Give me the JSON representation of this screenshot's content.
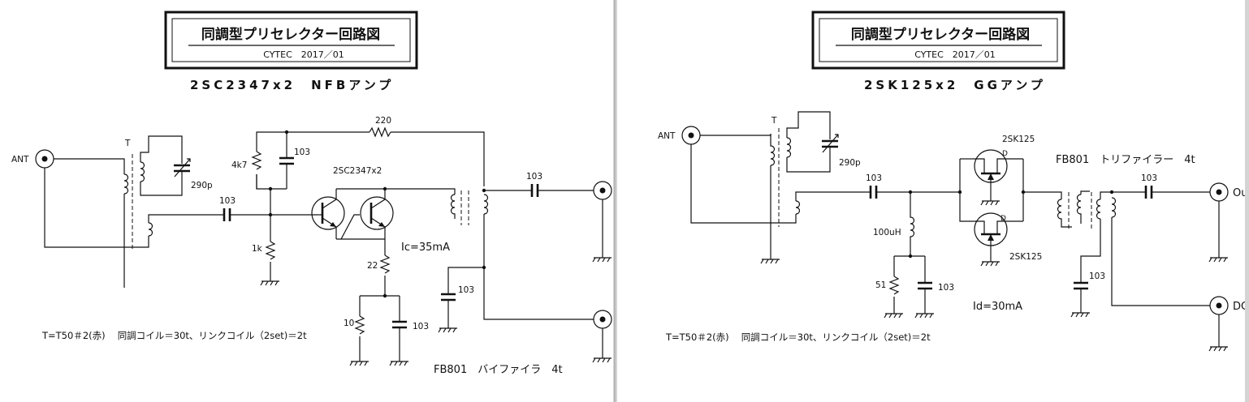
{
  "panels": [
    {
      "title": "同調型プリセレクター回路図",
      "credit": "CYTEC　2017／01",
      "heading": "2SC2347x2　NFBアンプ",
      "labels": {
        "ant": "ANT",
        "t": "T",
        "cap_290p": "290p",
        "cap_in": "103",
        "r_4k7": "4k7",
        "cap_fb": "103",
        "r_220": "220",
        "transistor": "2SC2347x2",
        "r_1k": "1k",
        "r_22": "22",
        "ic": "Ic=35mA",
        "cap_out": "103",
        "cap_dc": "103",
        "r_10": "10",
        "cap_emitter": "103",
        "t_spec": "T=T50＃2(赤)　 同調コイル＝30t、リンクコイル（2set)＝2t",
        "fb801": "FB801　バイファイラ　4t"
      }
    },
    {
      "title": "同調型プリセレクター回路図",
      "credit": "CYTEC　2017／01",
      "heading": "2SK125x2　GGアンプ",
      "labels": {
        "ant": "ANT",
        "t": "T",
        "cap_290p": "290p",
        "cap_in": "103",
        "fet_top": "2SK125",
        "fet_bottom": "2SK125",
        "fb801": "FB801　トリファイラー　4t",
        "cap_out": "103",
        "out": "Ou",
        "l_100uh": "100uH",
        "r_51": "51",
        "cap_src": "103",
        "id": "Id=30mA",
        "cap_dc": "103",
        "dc": "DC",
        "t_spec": "T=T50＃2(赤)　 同調コイル＝30t、リンクコイル（2set)＝2t"
      }
    }
  ]
}
